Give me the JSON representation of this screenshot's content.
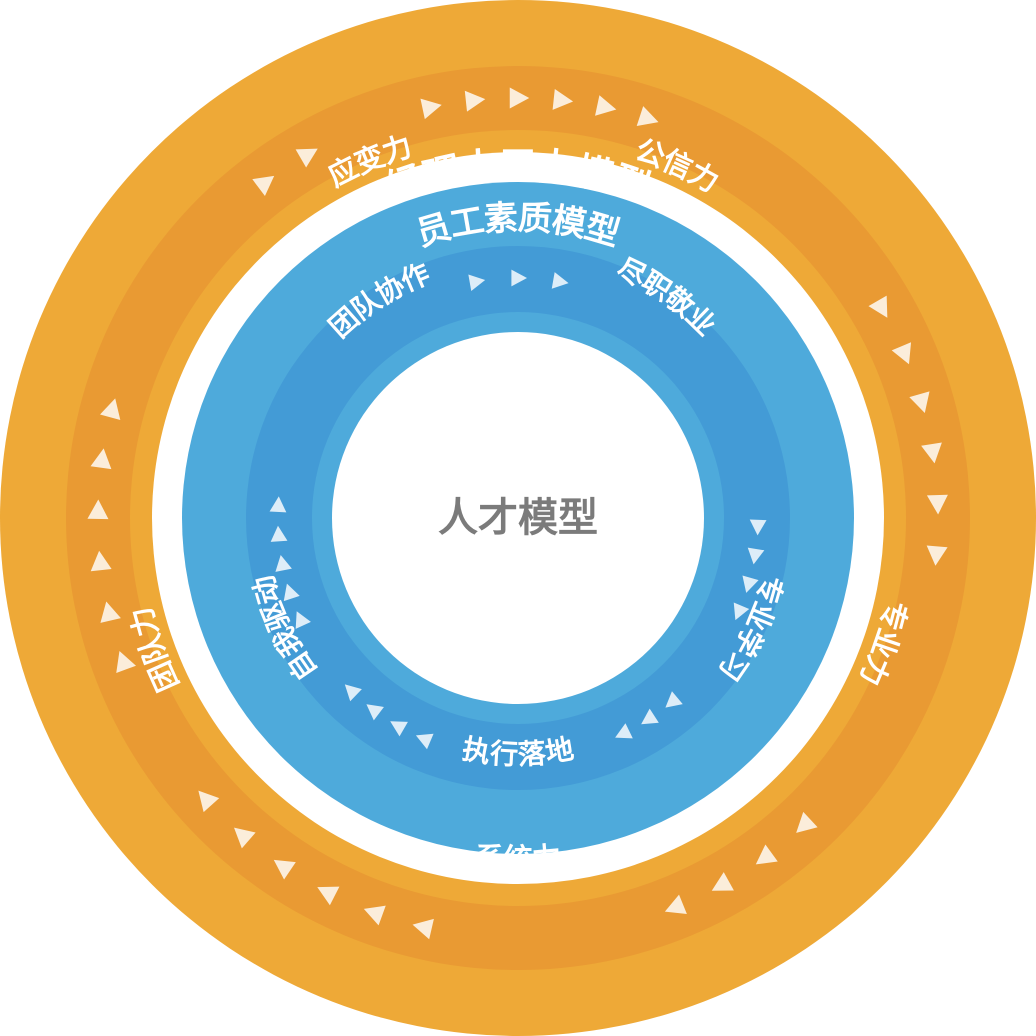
{
  "colors": {
    "outer_ring": "#eea937",
    "outer_band": "#e99a33",
    "gap": "#ffffff",
    "inner_ring": "#4eaadb",
    "inner_band": "#439bd6",
    "center": "#ffffff",
    "center_text": "#7b7b7b",
    "arrow": "#ffffff"
  },
  "outer_model": {
    "title": "经理人五力模型",
    "items": [
      "公信力",
      "专业力",
      "系统力",
      "团队力",
      "应变力"
    ]
  },
  "inner_model": {
    "title": "员工素质模型",
    "items": [
      "尽职敬业",
      "专业学习",
      "执行落地",
      "自我驱动",
      "团队协作"
    ]
  },
  "center_label": "人才模型"
}
